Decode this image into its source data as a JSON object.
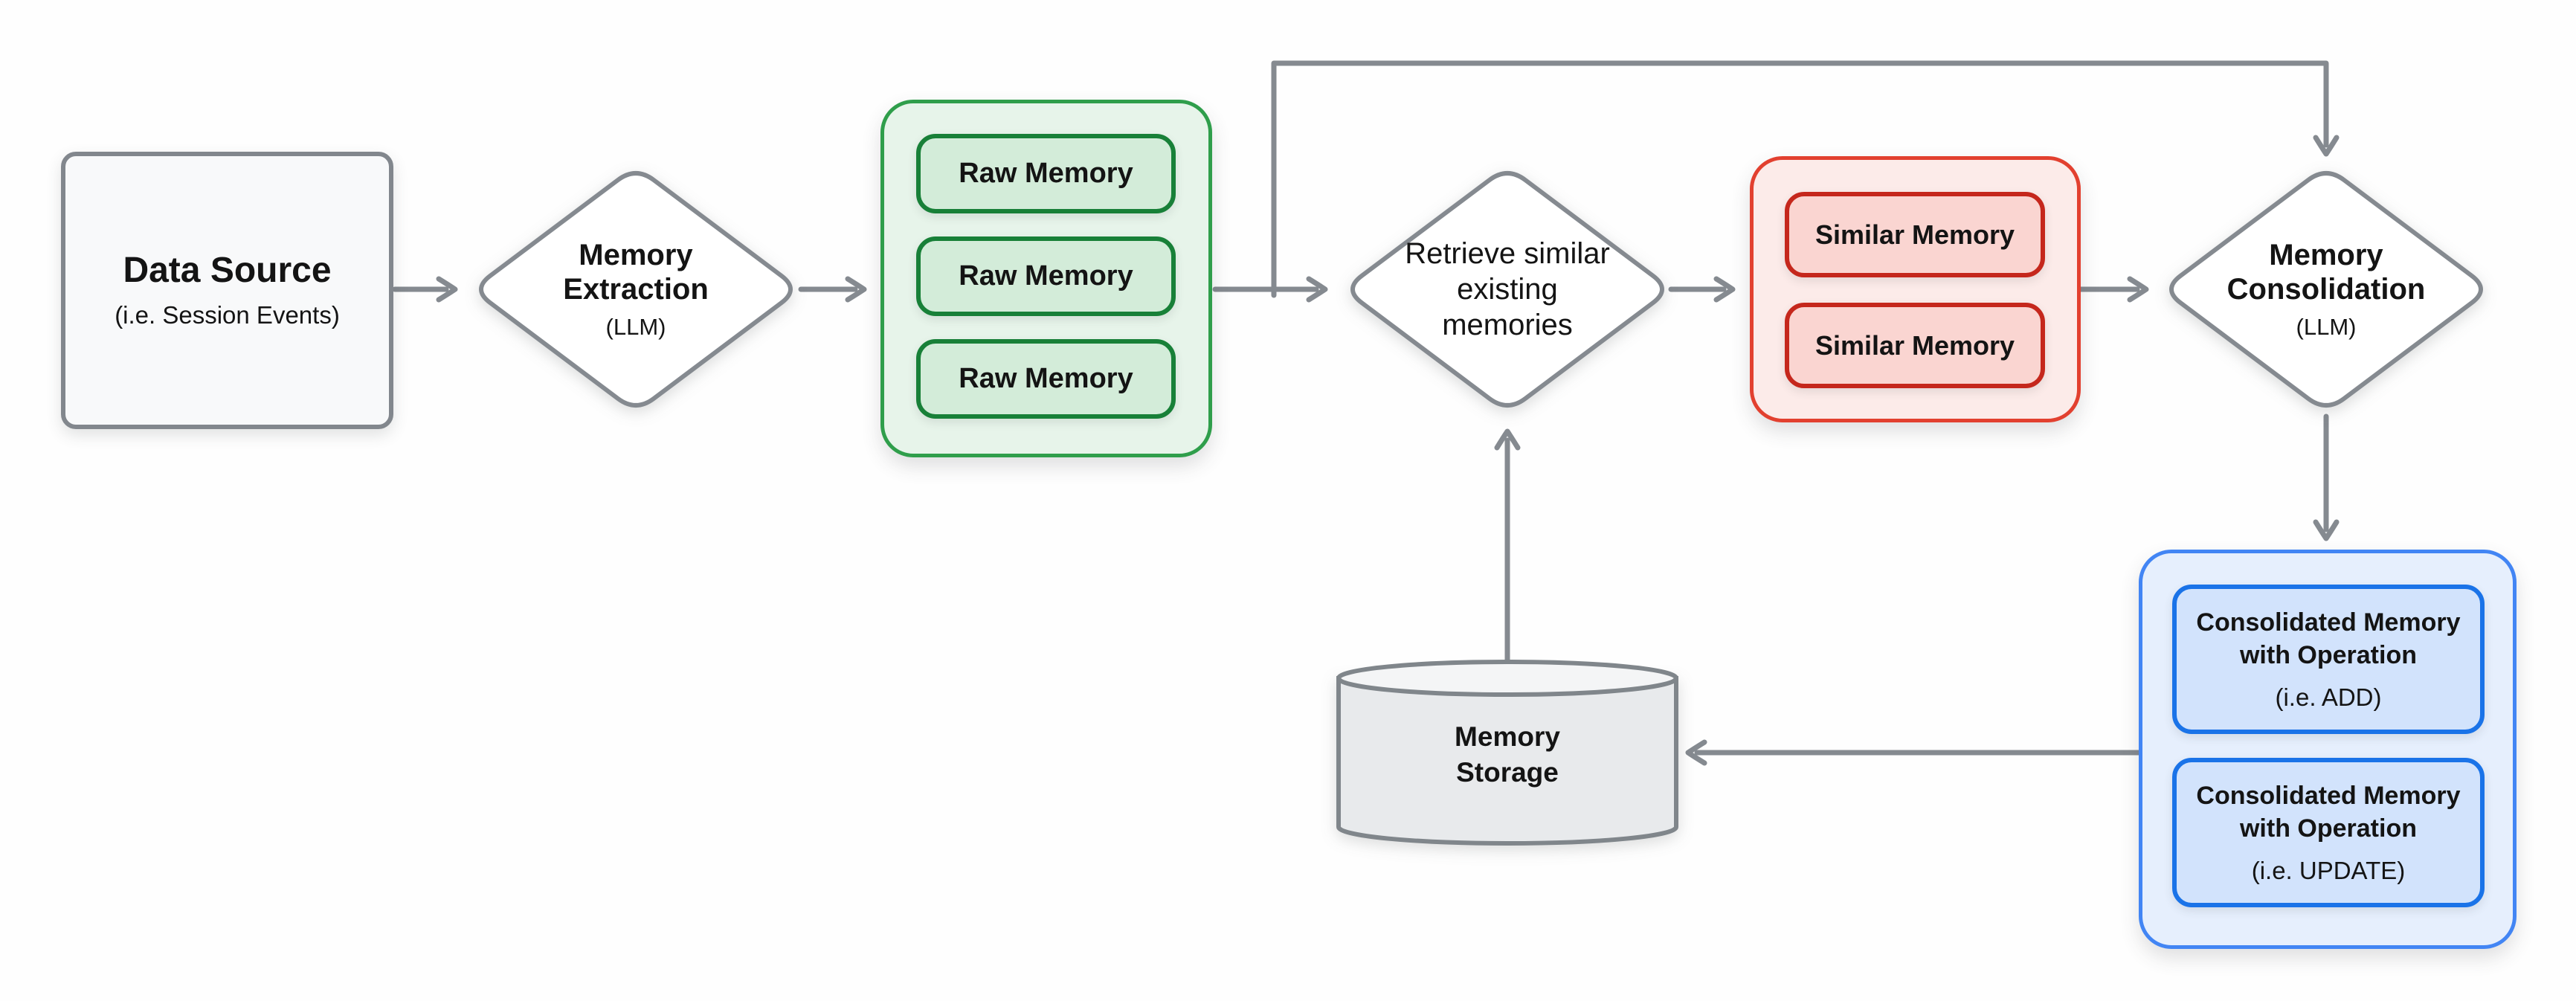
{
  "diagram": {
    "description": "Memory pipeline flowchart",
    "colors": {
      "connector_gray": "#858a90",
      "neutral_fill": "#f8f9fa",
      "green_border": "#188038",
      "green_group_border": "#2f9e4b",
      "green_fill": "#d3ecd9",
      "green_group_fill": "#e7f4ea",
      "red_border": "#c5271c",
      "red_group_border": "#e2402f",
      "red_fill": "#fad5d1",
      "red_group_fill": "#fcebe9",
      "blue_border": "#1a73e8",
      "blue_group_border": "#4285f4",
      "blue_fill": "#d2e3fc",
      "blue_group_fill": "#e6effd",
      "cylinder_fill": "#e8eaec"
    },
    "nodes": {
      "data_source": {
        "title": "Data Source",
        "subtitle": "(i.e. Session Events)"
      },
      "memory_extraction": {
        "title": "Memory\nExtraction",
        "subtitle": "(LLM)"
      },
      "raw_memory_group": {
        "items": [
          "Raw Memory",
          "Raw Memory",
          "Raw Memory"
        ]
      },
      "retrieve": {
        "title": "Retrieve similar\nexisting\nmemories"
      },
      "similar_memory_group": {
        "items": [
          "Similar Memory",
          "Similar Memory"
        ]
      },
      "memory_consolidation": {
        "title": "Memory\nConsolidation",
        "subtitle": "(LLM)"
      },
      "consolidated_group": {
        "items": [
          {
            "title": "Consolidated Memory\nwith Operation",
            "subtitle": "(i.e. ADD)"
          },
          {
            "title": "Consolidated Memory\nwith Operation",
            "subtitle": "(i.e. UPDATE)"
          }
        ]
      },
      "memory_storage": {
        "title": "Memory\nStorage"
      }
    }
  }
}
